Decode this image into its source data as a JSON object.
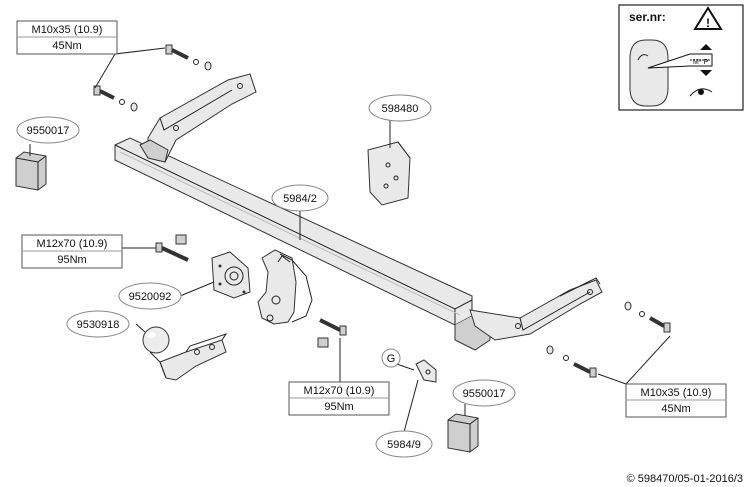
{
  "labels": {
    "bolt_top_spec": "M10x35 (10.9)",
    "bolt_top_torque": "45Nm",
    "bolt_left_spec": "M12x70 (10.9)",
    "bolt_left_torque": "95Nm",
    "bolt_bottom_spec": "M12x70 (10.9)",
    "bolt_bottom_torque": "95Nm",
    "bolt_right_spec": "M10x35 (10.9)",
    "bolt_right_torque": "45Nm",
    "part_bumper_left": "9550017",
    "part_bumper_right": "9550017",
    "part_crossbar": "5984/2",
    "part_plate": "598480",
    "part_socket_plate": "9520092",
    "part_ball": "9530918",
    "part_bracket": "5984/9",
    "marker_g": "G"
  },
  "serial_box": {
    "title": "ser.nr:",
    "warning_symbol": "!",
    "plate_text": "M* P"
  },
  "footer": {
    "copyright": "© 598470/05-01-2016/3"
  }
}
